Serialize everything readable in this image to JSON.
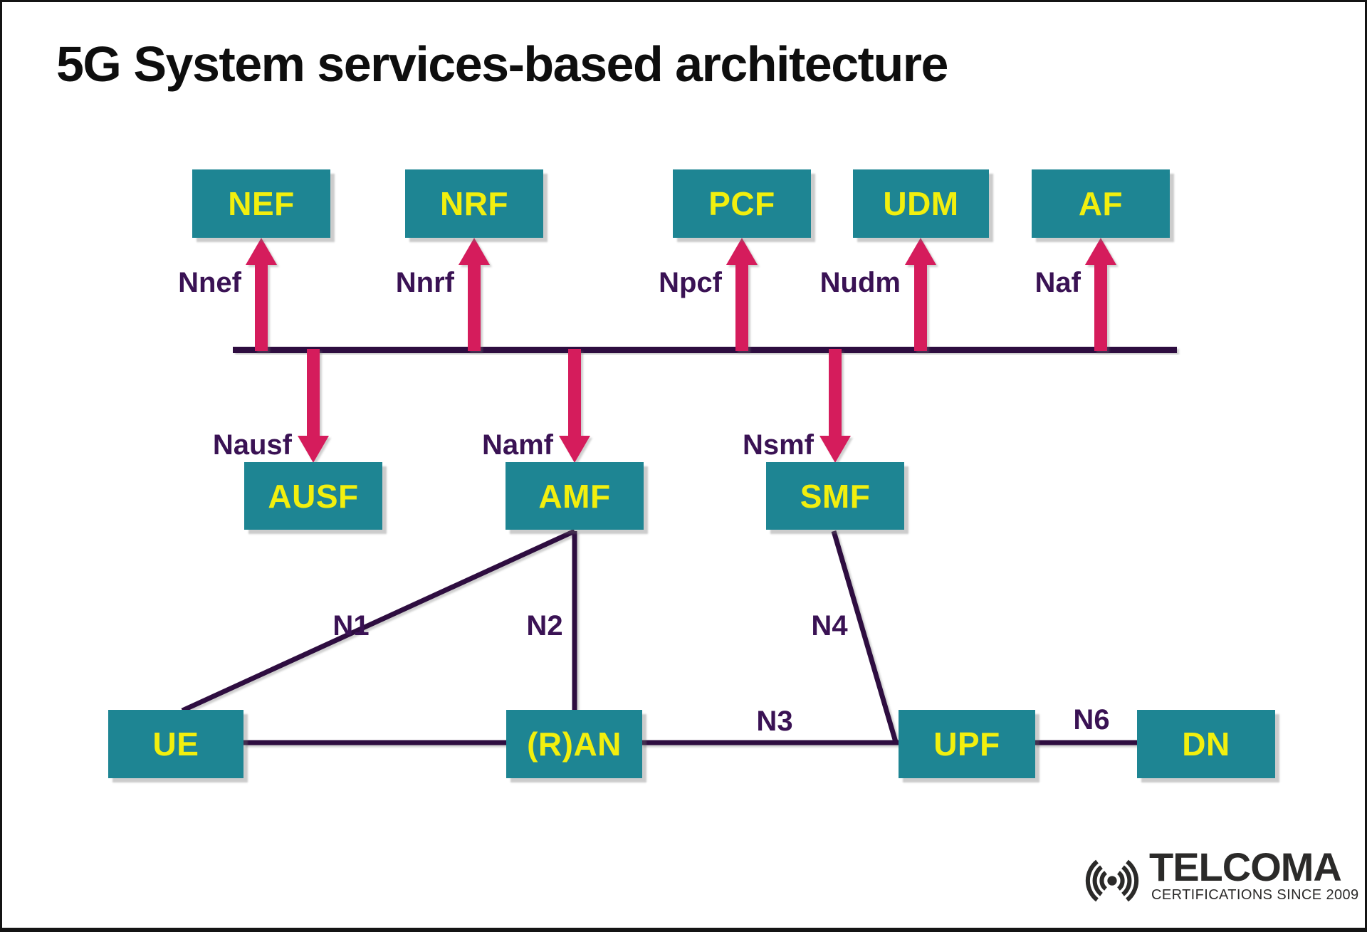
{
  "title": "5G System services-based architecture",
  "colors": {
    "box_fill": "#1E8593",
    "box_text": "#F2EF0E",
    "arrow_pink": "#D51F5C",
    "line_purple": "#2F0A40",
    "label_purple": "#3A1254",
    "logo_gray": "#2B2A29",
    "background": "#FFFFFF"
  },
  "sba": {
    "top_nfs": [
      {
        "id": "nef",
        "label": "NEF",
        "interface": "Nnef"
      },
      {
        "id": "nrf",
        "label": "NRF",
        "interface": "Nnrf"
      },
      {
        "id": "pcf",
        "label": "PCF",
        "interface": "Npcf"
      },
      {
        "id": "udm",
        "label": "UDM",
        "interface": "Nudm"
      },
      {
        "id": "af",
        "label": "AF",
        "interface": "Naf"
      }
    ],
    "core_nfs": [
      {
        "id": "ausf",
        "label": "AUSF",
        "interface": "Nausf"
      },
      {
        "id": "amf",
        "label": "AMF",
        "interface": "Namf"
      },
      {
        "id": "smf",
        "label": "SMF",
        "interface": "Nsmf"
      }
    ]
  },
  "user_plane": {
    "nodes": [
      {
        "id": "ue",
        "label": "UE"
      },
      {
        "id": "ran",
        "label": "(R)AN"
      },
      {
        "id": "upf",
        "label": "UPF"
      },
      {
        "id": "dn",
        "label": "DN"
      }
    ],
    "links": [
      {
        "id": "n1",
        "label": "N1",
        "from": "UE",
        "to": "AMF"
      },
      {
        "id": "n2",
        "label": "N2",
        "from": "(R)AN",
        "to": "AMF"
      },
      {
        "id": "n3",
        "label": "N3",
        "from": "(R)AN",
        "to": "UPF"
      },
      {
        "id": "n4",
        "label": "N4",
        "from": "SMF",
        "to": "UPF"
      },
      {
        "id": "n6",
        "label": "N6",
        "from": "UPF",
        "to": "DN"
      }
    ]
  },
  "logo": {
    "brand": "TELCOMA",
    "tagline": "CERTIFICATIONS SINCE 2009"
  }
}
